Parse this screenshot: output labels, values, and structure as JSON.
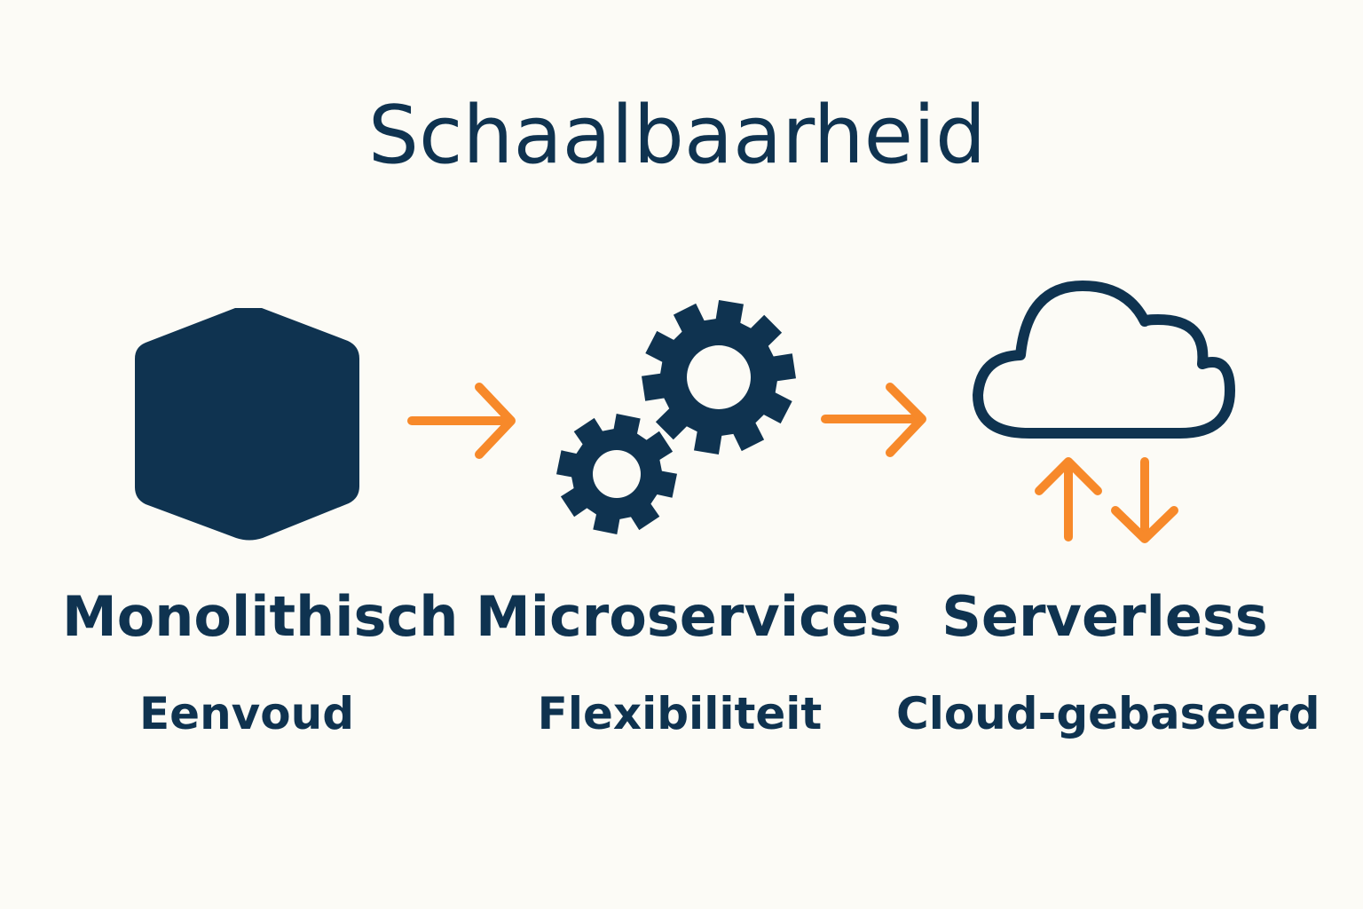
{
  "title": "Schaalbaarheid",
  "stages": [
    {
      "label": "Monolithisch",
      "subtitle": "Eenvoud",
      "icon": "hexagon-icon"
    },
    {
      "label": "Microservices",
      "subtitle": "Flexibiliteit",
      "icon": "gears-icon"
    },
    {
      "label": "Serverless",
      "subtitle": "Cloud-gebaseerd",
      "icon": "cloud-icon"
    }
  ],
  "colors": {
    "primary": "#0f3350",
    "accent": "#f7892a",
    "background": "#fcfbf6"
  }
}
